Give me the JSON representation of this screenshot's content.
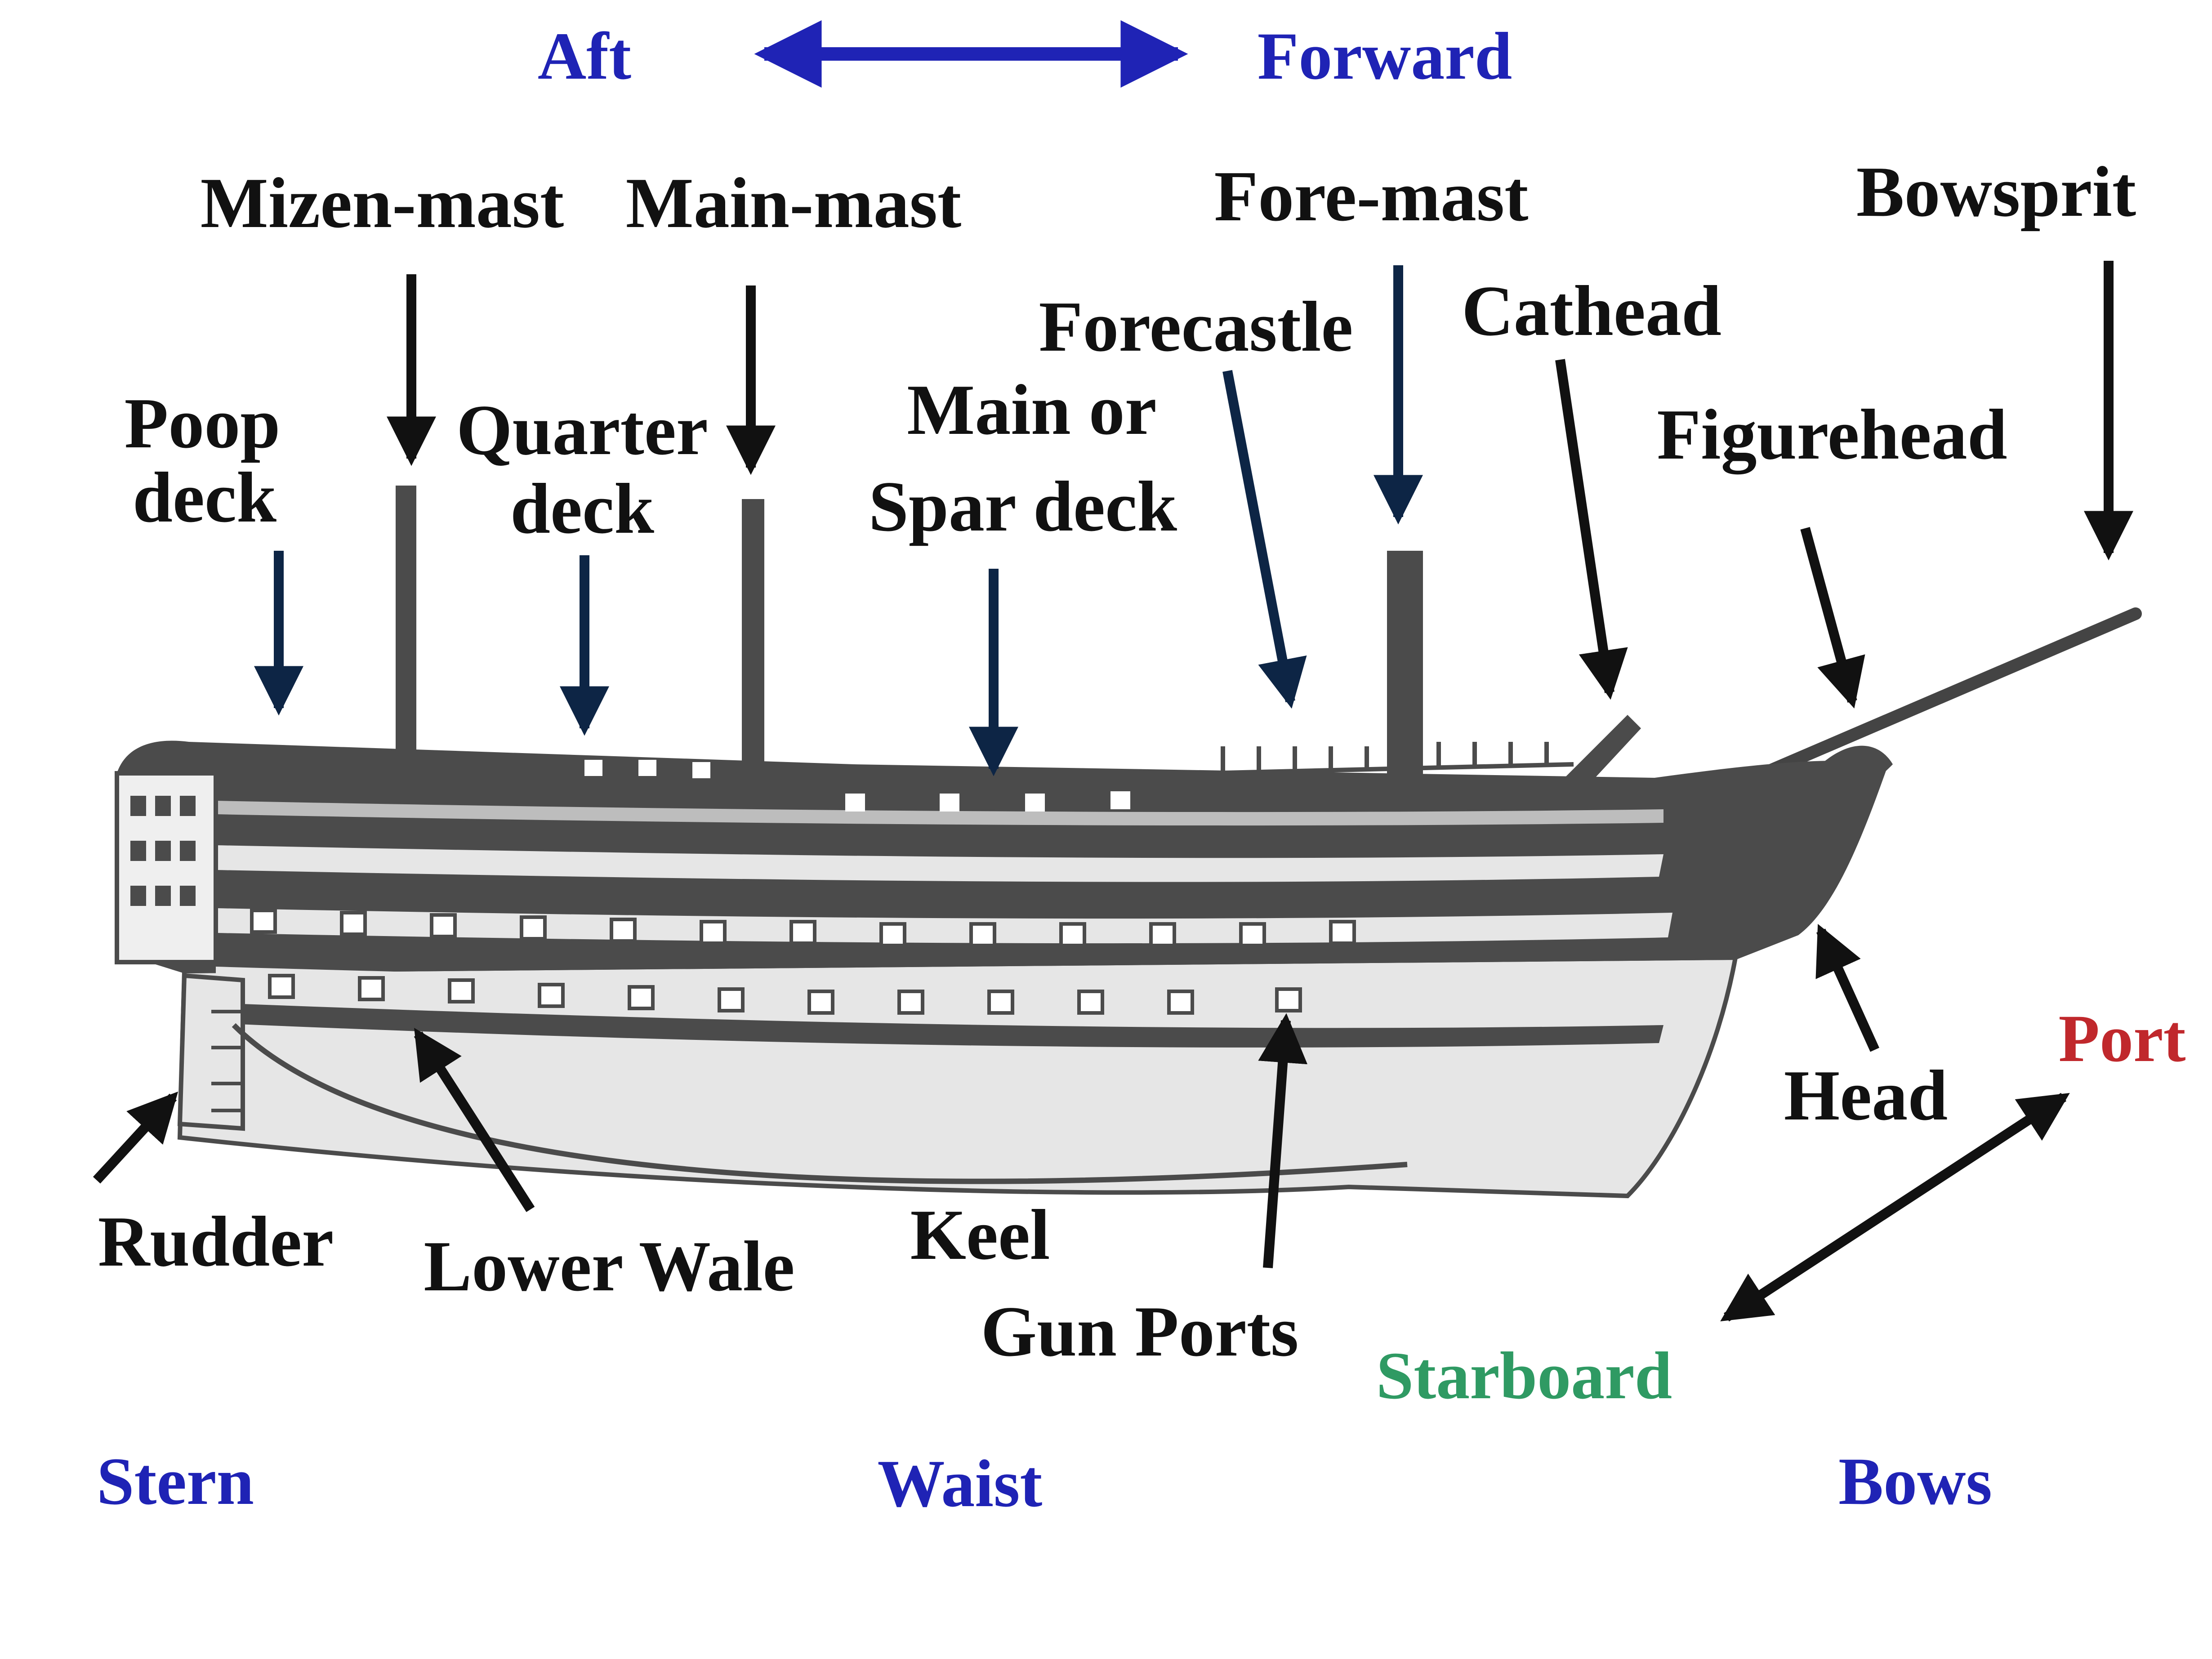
{
  "orientation": {
    "aft": "Aft",
    "forward": "Forward",
    "port": "Port",
    "starboard": "Starboard"
  },
  "labels": {
    "mizen_mast": "Mizen-mast",
    "main_mast": "Main-mast",
    "fore_mast": "Fore-mast",
    "bowsprit": "Bowsprit",
    "forecastle": "Forecastle",
    "cathead": "Cathead",
    "poop_deck_1": "Poop",
    "poop_deck_2": "deck",
    "quarter_deck_1": "Quarter",
    "quarter_deck_2": "deck",
    "main_deck_1": "Main or",
    "main_deck_2": "Spar deck",
    "figurehead": "Figurehead",
    "head": "Head",
    "rudder": "Rudder",
    "lower_wale": "Lower Wale",
    "keel": "Keel",
    "gun_ports": "Gun Ports"
  },
  "sections": {
    "stern": "Stern",
    "waist": "Waist",
    "bows": "Bows"
  },
  "colors": {
    "blue_label": "#1f23b5",
    "red_label": "#c0282c",
    "green_label": "#2f9a63",
    "black_label": "#111111",
    "navy_arrow": "#0d2545",
    "hull_dark": "#4b4b4b",
    "hull_light": "#e6e6e6"
  }
}
